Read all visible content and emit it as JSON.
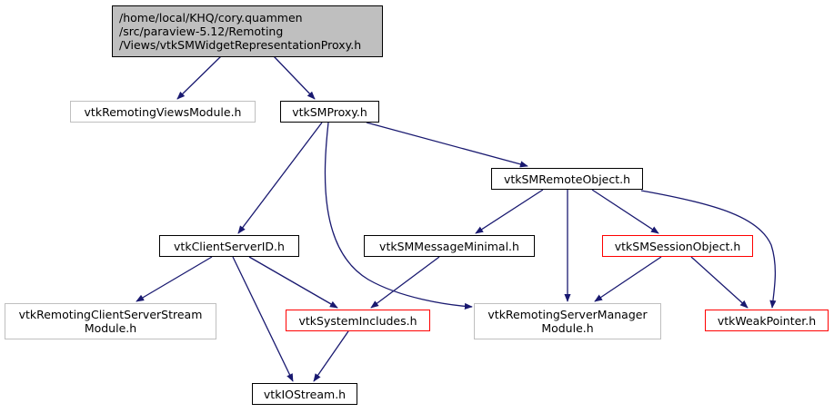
{
  "diagram": {
    "title": "Include dependency graph for vtkSMWidgetRepresentationProxy.h",
    "colors": {
      "edge": "#191970",
      "root_fill": "#bfbfbf",
      "normal_border": "#000000",
      "external_border": "#bfbfbf",
      "missing_border": "#ff0000"
    },
    "nodes": [
      {
        "id": "root",
        "kind": "root",
        "lines": [
          "/home/local/KHQ/cory.quammen",
          "/src/paraview-5.12/Remoting",
          "/Views/vtkSMWidgetRepresentationProxy.h"
        ]
      },
      {
        "id": "vtkRemotingViewsModule",
        "kind": "external",
        "lines": [
          "vtkRemotingViewsModule.h"
        ]
      },
      {
        "id": "vtkSMProxy",
        "kind": "normal",
        "lines": [
          "vtkSMProxy.h"
        ]
      },
      {
        "id": "vtkSMRemoteObject",
        "kind": "normal",
        "lines": [
          "vtkSMRemoteObject.h"
        ]
      },
      {
        "id": "vtkClientServerID",
        "kind": "normal",
        "lines": [
          "vtkClientServerID.h"
        ]
      },
      {
        "id": "vtkSMMessageMinimal",
        "kind": "normal",
        "lines": [
          "vtkSMMessageMinimal.h"
        ]
      },
      {
        "id": "vtkSMSessionObject",
        "kind": "missing",
        "lines": [
          "vtkSMSessionObject.h"
        ]
      },
      {
        "id": "vtkRemotingClientServerStreamModule",
        "kind": "external",
        "lines": [
          "vtkRemotingClientServerStream",
          "Module.h"
        ]
      },
      {
        "id": "vtkSystemIncludes",
        "kind": "missing",
        "lines": [
          "vtkSystemIncludes.h"
        ]
      },
      {
        "id": "vtkRemotingServerManagerModule",
        "kind": "external",
        "lines": [
          "vtkRemotingServerManager",
          "Module.h"
        ]
      },
      {
        "id": "vtkWeakPointer",
        "kind": "missing",
        "lines": [
          "vtkWeakPointer.h"
        ]
      },
      {
        "id": "vtkIOStream",
        "kind": "normal",
        "lines": [
          "vtkIOStream.h"
        ]
      }
    ],
    "edges": [
      {
        "from": "root",
        "to": "vtkRemotingViewsModule"
      },
      {
        "from": "root",
        "to": "vtkSMProxy"
      },
      {
        "from": "vtkSMProxy",
        "to": "vtkSMRemoteObject"
      },
      {
        "from": "vtkSMProxy",
        "to": "vtkClientServerID"
      },
      {
        "from": "vtkSMProxy",
        "to": "vtkRemotingServerManagerModule"
      },
      {
        "from": "vtkSMRemoteObject",
        "to": "vtkSMMessageMinimal"
      },
      {
        "from": "vtkSMRemoteObject",
        "to": "vtkSMSessionObject"
      },
      {
        "from": "vtkSMRemoteObject",
        "to": "vtkRemotingServerManagerModule"
      },
      {
        "from": "vtkSMRemoteObject",
        "to": "vtkWeakPointer"
      },
      {
        "from": "vtkClientServerID",
        "to": "vtkRemotingClientServerStreamModule"
      },
      {
        "from": "vtkClientServerID",
        "to": "vtkSystemIncludes"
      },
      {
        "from": "vtkClientServerID",
        "to": "vtkIOStream"
      },
      {
        "from": "vtkSMMessageMinimal",
        "to": "vtkSystemIncludes"
      },
      {
        "from": "vtkSMSessionObject",
        "to": "vtkRemotingServerManagerModule"
      },
      {
        "from": "vtkSMSessionObject",
        "to": "vtkWeakPointer"
      },
      {
        "from": "vtkSystemIncludes",
        "to": "vtkIOStream"
      }
    ]
  }
}
